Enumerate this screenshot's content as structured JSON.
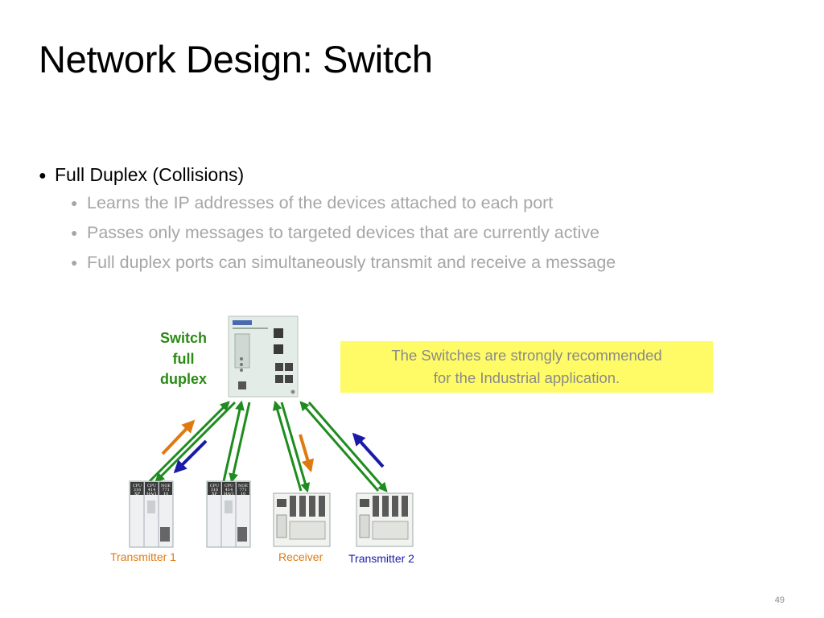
{
  "slide": {
    "title": "Network Design: Switch",
    "page_number": "49"
  },
  "bullets": {
    "main": "Full Duplex (Collisions)",
    "subs": [
      "Learns the IP addresses of the devices attached to each port",
      "Passes only messages to targeted devices that are currently active",
      "Full duplex ports can simultaneously transmit and receive a message"
    ]
  },
  "diagram": {
    "switch_label": [
      "Switch",
      "full",
      "duplex"
    ],
    "note": [
      "The Switches are strongly recommended",
      "for the Industrial application."
    ],
    "devices": {
      "transmitter1": "Transmitter 1",
      "receiver": "Receiver",
      "transmitter2": "Transmitter 2"
    },
    "module_labels": {
      "cpu_a": [
        "CPU",
        "316",
        "XP"
      ],
      "cpu_b": [
        "CPU",
        "414",
        "HA/1"
      ],
      "noe": [
        "NOE",
        "771",
        "10"
      ]
    },
    "colors": {
      "link": "#1e8c1e",
      "transmit_arrow": "#e07a10",
      "receive_arrow": "#1a1aa8",
      "note_background": "#fffb66",
      "switch_label": "#2a8a14"
    }
  }
}
